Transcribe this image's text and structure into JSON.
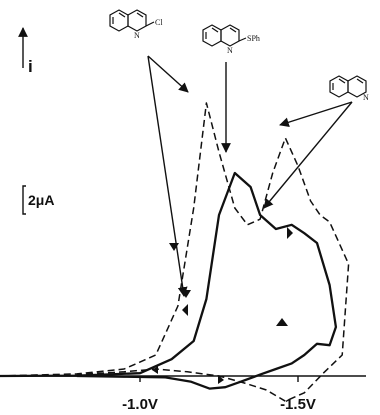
{
  "axis": {
    "current_label": "i",
    "scale_bar_label": "2μA",
    "x_tick_labels": [
      "-1.0V",
      "-1.5V"
    ]
  },
  "structures": [
    {
      "substituent": "Cl"
    },
    {
      "substituent": "SPh"
    },
    {
      "substituent": ""
    }
  ],
  "chart_data": {
    "type": "line",
    "title": "",
    "xlabel": "",
    "ylabel": "i",
    "x_unit": "V",
    "x_ticks": [
      -1.0,
      -1.5
    ],
    "current_scale_bar": "2 μA",
    "annotations": [
      "2-chloroquinoline",
      "2-(phenylthio)quinoline",
      "quinoline"
    ],
    "series": [
      {
        "style": "solid",
        "x": [
          -0.55,
          -0.8,
          -1.0,
          -1.1,
          -1.17,
          -1.21,
          -1.25,
          -1.3,
          -1.35,
          -1.38,
          -1.43,
          -1.48,
          -1.52,
          -1.56,
          -1.6,
          -1.62,
          -1.6,
          -1.56,
          -1.52,
          -1.48,
          -1.43,
          -1.38,
          -1.32,
          -1.27,
          -1.22,
          -1.16,
          -1.08,
          -0.95,
          -0.8
        ],
        "i": [
          0,
          0.03,
          0.2,
          1.2,
          2.5,
          5.5,
          11.5,
          14.5,
          13.5,
          11.5,
          10.5,
          10.8,
          10.2,
          9.5,
          6.5,
          3.5,
          2.2,
          2.3,
          1.5,
          0.9,
          0.5,
          0.1,
          -0.4,
          -0.8,
          -0.9,
          -0.4,
          -0.1,
          -0.05,
          0
        ]
      },
      {
        "style": "dashed",
        "x": [
          -0.55,
          -0.8,
          -0.95,
          -1.05,
          -1.12,
          -1.17,
          -1.21,
          -1.25,
          -1.3,
          -1.34,
          -1.38,
          -1.42,
          -1.46,
          -1.5,
          -1.54,
          -1.57,
          -1.6,
          -1.66,
          -1.64,
          -1.58,
          -1.52,
          -1.46,
          -1.4,
          -1.33,
          -1.25,
          -1.15,
          -1.05,
          -0.95,
          -0.8
        ],
        "i": [
          0,
          0.15,
          0.5,
          1.5,
          5.0,
          12.0,
          19.5,
          16.0,
          12.0,
          10.8,
          11.2,
          14.5,
          17.0,
          15.0,
          12.5,
          11.5,
          11.0,
          8.0,
          1.5,
          0.2,
          -1.2,
          -1.8,
          -1.0,
          -0.5,
          0.0,
          0.3,
          0.5,
          0.3,
          0.1
        ]
      }
    ]
  }
}
